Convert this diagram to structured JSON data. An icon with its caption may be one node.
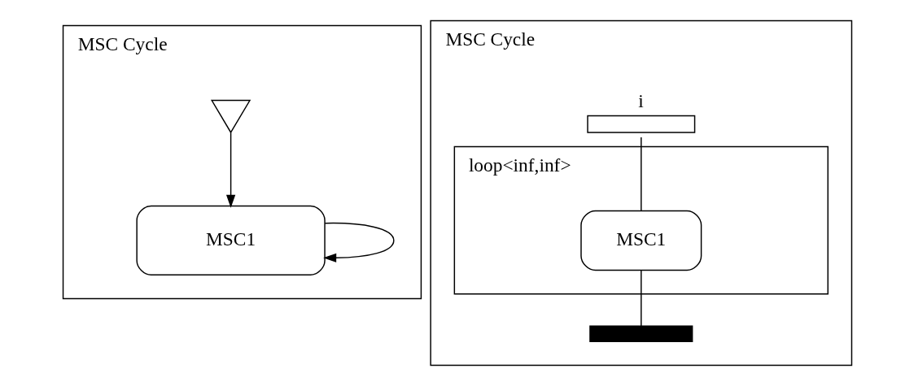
{
  "diagram": {
    "nodes": [
      {
        "text": [
          "MSC Cycle"
        ]
      },
      {
        "text": [],
        "shape": "triangle",
        "in": 0
      },
      {
        "text": [
          "MSC1"
        ],
        "in": 0
      },
      {
        "text": [
          "MSC Cycle"
        ]
      },
      {
        "text": [
          "i"
        ],
        "in": 3
      },
      {
        "text": [
          "loop<inf,inf>"
        ],
        "in": 3
      },
      {
        "text": [
          "MSC1"
        ],
        "in": 5
      },
      {
        "text": [],
        "shape": "bar",
        "in": 3
      }
    ],
    "edges": [
      {
        "from": 1,
        "to": 2,
        "arrow": "to"
      },
      {
        "from": 2,
        "to": 2,
        "arrow": "to"
      },
      {
        "from": 4,
        "to": 6,
        "arrow": "none"
      },
      {
        "from": 6,
        "to": 7,
        "arrow": "none"
      }
    ]
  }
}
